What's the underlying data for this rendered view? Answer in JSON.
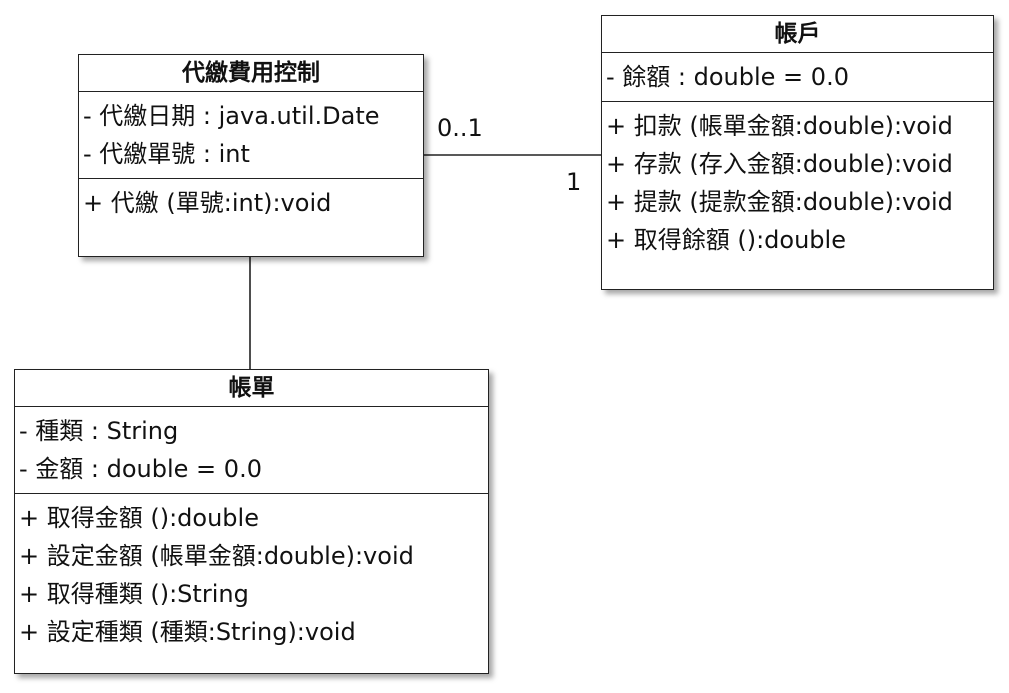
{
  "classes": {
    "payment_control": {
      "name": "代繳費用控制",
      "attributes": [
        "- 代繳日期 : java.util.Date",
        "- 代繳單號 : int"
      ],
      "operations": [
        "+ 代繳 (單號:int):void"
      ]
    },
    "account": {
      "name": "帳戶",
      "attributes": [
        "- 餘額 : double = 0.0"
      ],
      "operations": [
        "+ 扣款 (帳單金額:double):void",
        "+ 存款 (存入金額:double):void",
        "+ 提款 (提款金額:double):void",
        "+ 取得餘額 ():double"
      ]
    },
    "bill": {
      "name": "帳單",
      "attributes": [
        "- 種類 : String",
        "- 金額 : double = 0.0"
      ],
      "operations": [
        "+ 取得金額 ():double",
        "+ 設定金額 (帳單金額:double):void",
        "+ 取得種類 ():String",
        "+ 設定種類 (種類:String):void"
      ]
    }
  },
  "associations": {
    "control_account": {
      "multiplicity_source": "0..1",
      "multiplicity_target": "1"
    }
  }
}
